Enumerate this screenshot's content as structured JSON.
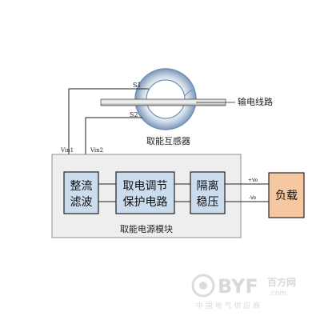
{
  "ct": {
    "s1": "S1",
    "s2": "S2",
    "transmission_line": "输电线路",
    "ct_label": "取能互感器"
  },
  "module": {
    "vin1": "Vin1",
    "vin2": "Vin2",
    "rectifier_line1": "整流",
    "rectifier_line2": "滤波",
    "regulator_line1": "取电调节",
    "regulator_line2": "保护电路",
    "isolation_line1": "隔离",
    "isolation_line2": "稳压",
    "label": "取能电源模块",
    "out_plus": "+Vo",
    "out_minus": "-Vo"
  },
  "load": {
    "label": "负载"
  },
  "watermark": {
    "brand": "BYF",
    "site": "百方网",
    "domain": ".com",
    "tagline": "中 国 电 气 供 应 商"
  },
  "colors": {
    "box_blue": "#ccdcef",
    "module_bg": "#eeeeee",
    "load_fill": "#f5c8a2",
    "ring": "#6f8fb3",
    "line": "#222222",
    "watermark": "#d9d9d9"
  }
}
